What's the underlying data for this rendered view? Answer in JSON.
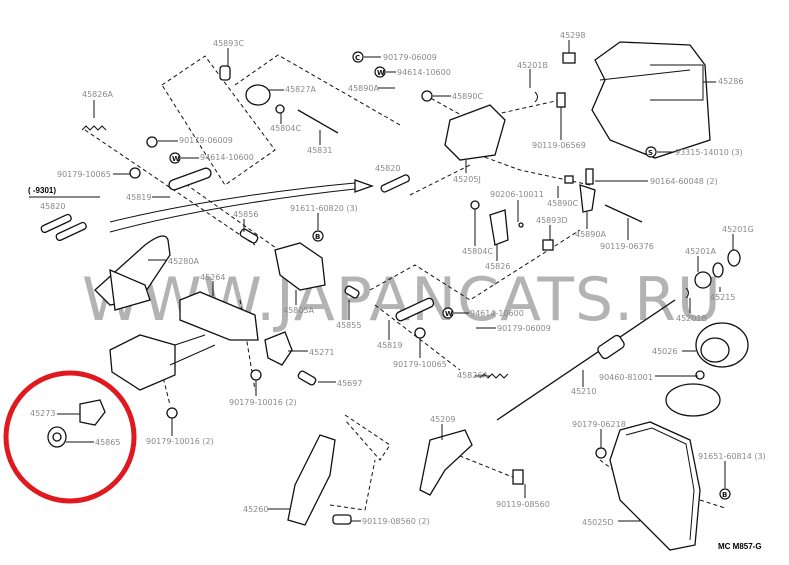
{
  "diagram": {
    "code": "MC M857-G",
    "watermark": "WWW.JAPANCATS.RU",
    "date_range": "(     -9301)",
    "highlight_color": "#e0191f",
    "symbols": {
      "nut": "C",
      "washer": "W",
      "bolt": "B",
      "screw": "S"
    },
    "labels": [
      "45893C",
      "90179-06009",
      "94614-10600",
      "45890A",
      "45827A",
      "45826A",
      "45890C",
      "45804C",
      "90179-06009",
      "45831",
      "94614-10600",
      "90179-10065",
      "45819",
      "45820",
      "45820",
      "91611-60820 (3)",
      "45856",
      "45298",
      "45201B",
      "45286",
      "90119-06569",
      "93315-14010 (3)",
      "45205J",
      "90164-60048 (2)",
      "90206-10011",
      "45890C",
      "45893D",
      "45890A",
      "90119-06376",
      "45201G",
      "45201A",
      "45804C",
      "45826",
      "45215",
      "45201B",
      "45280A",
      "45264",
      "45805A",
      "45855",
      "94614-10600",
      "90179-06009",
      "45819",
      "90179-10065",
      "45826A",
      "45271",
      "45697",
      "90179-10016 (2)",
      "90179-10016 (2)",
      "45273",
      "45865",
      "45026",
      "90460-81001",
      "45210",
      "45209",
      "90179-06218",
      "91651-60814 (3)",
      "45260",
      "90119-08560",
      "90119-08560 (2)",
      "45025D"
    ]
  }
}
